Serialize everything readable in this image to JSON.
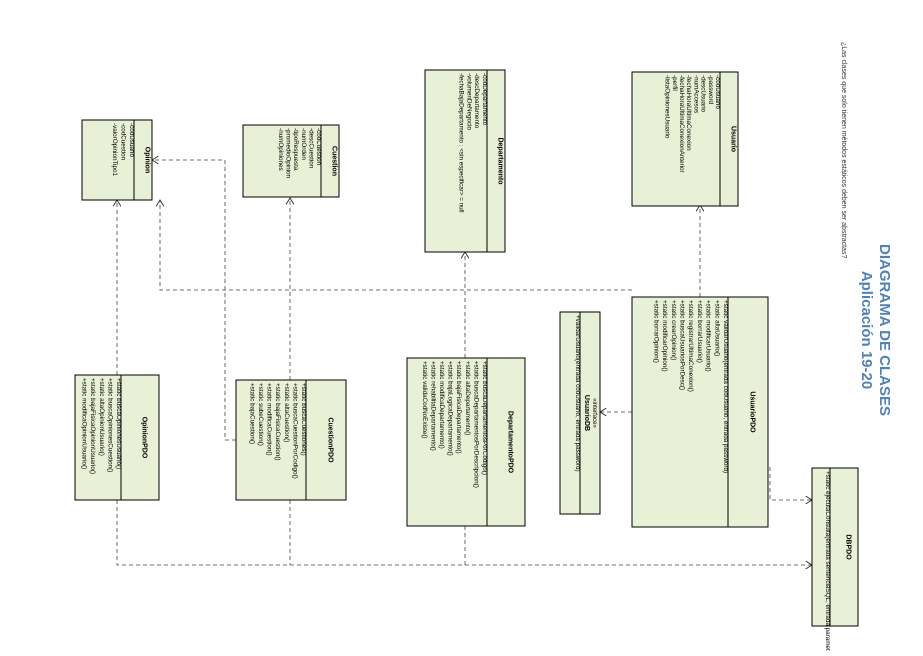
{
  "title": {
    "line1": "DIAGRAMA DE CLASES",
    "line2": "Aplicación 19-20",
    "color": "#4f81bd"
  },
  "question": "¿Las clases que solo tienen métodos estáticos deben ser abstractas?",
  "colors": {
    "class_fill": "#e8f1d6",
    "line": "#000000",
    "dashed": "#444444"
  },
  "classes": {
    "usuario": {
      "name": "Usuario",
      "attributes": [
        "-codUsuario",
        "-password",
        "-descUsuario",
        "-numAccesos",
        "-fechaHoraUltimaConexion",
        "-fechaHoraUltimaConexionAnterior",
        "-perfil",
        "-listaOpinionesUsuario"
      ]
    },
    "departamento": {
      "name": "Departamento",
      "attributes": [
        "-codDepartamento",
        "-descDepartamento",
        "-volumenDeNegocio",
        "-fechaBajaDepartamento : <sin especificar> = null"
      ]
    },
    "cuestion": {
      "name": "Cuestion",
      "attributes": [
        "-codCuestion",
        "-descCuestion",
        "-numOrden",
        "-tipoRespuesta",
        "-promedioOpinion",
        "-numOpiniones"
      ]
    },
    "opinion": {
      "name": "Opinion",
      "attributes": [
        "-codUsuario",
        "-codCuestion",
        "-valorOpinionTipo1"
      ]
    },
    "usuarioPDO": {
      "name": "UsuarioPDO",
      "methods": [
        "+static validarUsuario(entrada codUsuario, entrada password)",
        "+static altaUsuario()",
        "+static modificarUsuario()",
        "+static borrarUsuario()",
        "+static registrarUltimaConexion()",
        "+static buscaUsuariosPorDesc()",
        "+static crearOpinion()",
        "+static modificarOpinion()",
        "+static borrarOpinion()"
      ]
    },
    "usuarioDB": {
      "stereotype": "«interface»",
      "name": "UsuarioDB",
      "methods": [
        "+validarUsuario(entrada codUsuario, entrada password)"
      ]
    },
    "departamentoPDO": {
      "name": "DepartamentoPDO",
      "methods": [
        "+static buscaDepartamentosPorCodigo()",
        "+static buscaDepartamentosPorDescripcion()",
        "+static altaDepartamento()",
        "+static bajaFisicaDepartamento()",
        "+static bajaLogicaDepartamento()",
        "+static modificaDepartamento()",
        "+static rehabilitaDepartamento()",
        "+static validaCodNoExiste()"
      ]
    },
    "cuestionPDO": {
      "name": "CuestionPDO",
      "methods": [
        "+static buscaCuestiones()",
        "+static buscaCuestionPorCodigo()",
        "+static altaCuestion()",
        "+static bajaFisicaCuestion()",
        "+static modificaCuestion()",
        "+static subeCuestion()",
        "+static bajaCuestion()"
      ]
    },
    "opinionPDO": {
      "name": "OpinionPDO",
      "methods": [
        "+static buscaOpinionesUsuario()",
        "+static buscaOpinionesCuestion()",
        "+static altaOpinionUsuario()",
        "+static bajaFisicaOpinionUsuario()",
        "+static modificaOpinionUsuario()"
      ]
    },
    "dbpdo": {
      "name": "DBPDO",
      "methods": [
        "+static ejecutaConsulta(entrada sentenciaSQL, entrada parametros)"
      ]
    }
  }
}
